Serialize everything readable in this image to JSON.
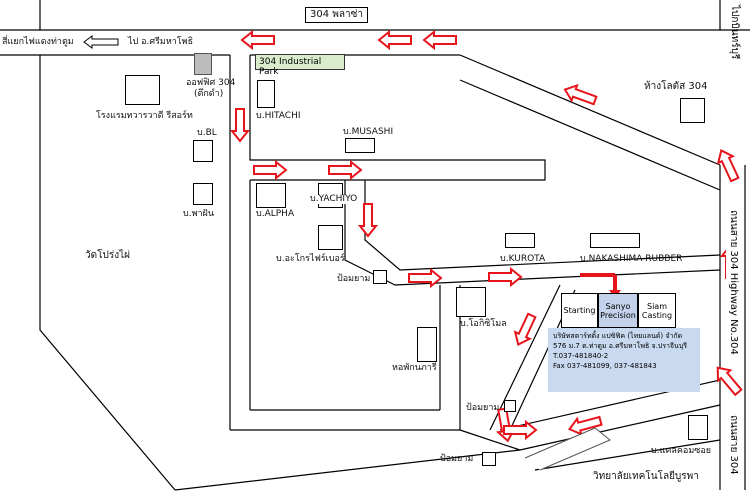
{
  "labels": {
    "road_top": "304 พลาซ่า",
    "to_left": "สี่แยกไฟแดงท่าตูม",
    "to_left2": "ไป อ.ศรีมหาโพธิ",
    "to_right_top": "ไปกบินทร์บุรี",
    "park": "304 Industrial Park",
    "office": "ออฟฟิศ 304",
    "office_sub": "(ตึกดำ)",
    "hotel": "โรงแรมทวารวาดี รีสอร์ท",
    "hitachi": "บ.HITACHI",
    "musashi": "บ.MUSASHI",
    "bl": "บ.BL",
    "pharm": "บ.พาฝัน",
    "alpha": "บ.ALPHA",
    "yachiyo": "บ.YACHIYO",
    "temple": "วัดโปร่งไผ่",
    "akro": "บ.อะโกรไฟร์เบอร์",
    "police1": "ป้อมยาม",
    "kurota": "บ.KUROTA",
    "nakashima": "บ.NAKASHIMA RUBBER",
    "lotus": "ห้างโลตัส 304",
    "highway": "ถนนสาย 304 Highway No.304",
    "highway2": "ถนนสาย 304",
    "okichimo": "บ.โอกิซิโมล",
    "dorm": "หอพักนภารี",
    "police2": "ป้อมยาม",
    "police3": "ป้อมยาม",
    "calcomp": "บ.แคลคอมซอย",
    "college": "วิทยาลัยเทคโนโลยีบูรพา",
    "plant1": "Starting",
    "plant2a": "Sanyo",
    "plant2b": "Precision",
    "plant3a": "Siam",
    "plant3b": "Casting",
    "company_name": "บริษัทสตาร์ทติ้ง แปซิฟิค (ไทยแลนด์) จำกัด",
    "company_addr": "576 ม.7 ต.ท่าตูม อ.ศรีมหาโพธิ จ.ปราจีนบุรี",
    "company_tel": "T.037-481840-2",
    "company_fax": "Fax 037-481099, 037-481843"
  },
  "colors": {
    "arrow": "#e8141c",
    "company_box": "#c9daf0",
    "plant_highlight": "#c3d2ea",
    "park_box": "#d9eccc",
    "office_box": "#bcbcbc",
    "road_line": "#000000"
  },
  "icons": {
    "arrow": "red-outline-arrow",
    "marker": "red-location-marker",
    "left_arrow": "white-left-arrow"
  }
}
